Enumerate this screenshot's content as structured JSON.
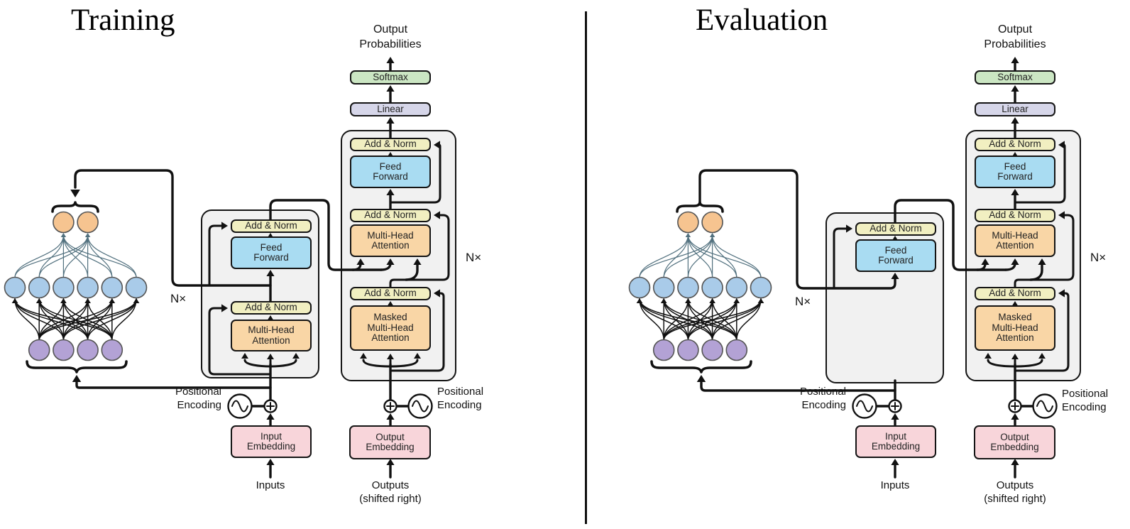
{
  "titles": {
    "training": "Training",
    "evaluation": "Evaluation"
  },
  "labels": {
    "add_norm": "Add & Norm",
    "feed": "Feed",
    "forward": "Forward",
    "multi_head": "Multi-Head",
    "attention": "Attention",
    "masked": "Masked",
    "softmax": "Softmax",
    "linear": "Linear",
    "input": "Input",
    "output": "Output",
    "embedding": "Embedding",
    "inputs": "Inputs",
    "outputs": "Outputs",
    "shifted_right": "(shifted right)",
    "output_prob1": "Output",
    "output_prob2": "Probabilities",
    "positional": "Positional",
    "encoding": "Encoding",
    "n_times": "N×"
  },
  "icons": {
    "positional_encoding": "sine-wave-in-circle",
    "add": "plus-in-circle"
  },
  "nn_glyph": {
    "input_nodes": 4,
    "hidden_nodes": 6,
    "output_nodes": 2
  },
  "colors": {
    "add_norm": "#f1efc1",
    "feed_forward": "#a9dcf2",
    "attention": "#f9d6a6",
    "softmax": "#cbe6c3",
    "linear": "#d6d6e9",
    "embedding": "#f8d5da",
    "container": "#f1f1f1",
    "node_orange": "#f6c490",
    "node_blue": "#a9cbe9",
    "node_purple": "#b3a2d5",
    "node_border": "#555555",
    "line": "#111111",
    "thin_link": "#51707e"
  }
}
